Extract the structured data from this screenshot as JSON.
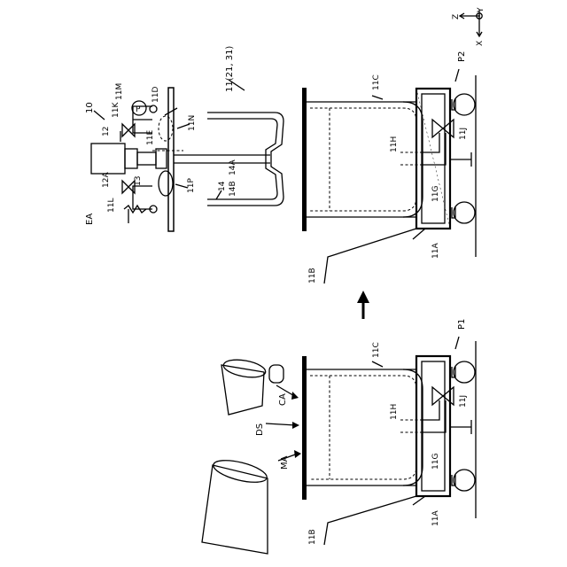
{
  "labels": {
    "ref_10": "10",
    "ref_11_21_31": "11(21, 31)",
    "ref_11A_left": "11A",
    "ref_11A_right": "11A",
    "ref_11B_left": "11B",
    "ref_11B_right": "11B",
    "ref_11C_left": "11C",
    "ref_11C_right": "11C",
    "ref_11D": "11D",
    "ref_11E": "11E",
    "ref_11G_left": "11G",
    "ref_11G_right": "11G",
    "ref_11H_left": "11H",
    "ref_11H_right": "11H",
    "ref_11J_left": "11J",
    "ref_11J_right": "11J",
    "ref_11K": "11K",
    "ref_11L": "11L",
    "ref_11M": "11M",
    "ref_11N": "11N",
    "ref_11P": "11P",
    "ref_12": "12",
    "ref_12A": "12A",
    "ref_13": "13",
    "ref_14": "14",
    "ref_14A": "14A",
    "ref_14B": "14B",
    "ref_EA": "EA",
    "ref_MA": "MA",
    "ref_DS": "DS",
    "ref_CA": "CA",
    "ref_P1": "P1",
    "ref_P2": "P2",
    "pump_symbol": "P",
    "axis_z": "Z",
    "axis_x": "X",
    "axis_y": "Y"
  }
}
